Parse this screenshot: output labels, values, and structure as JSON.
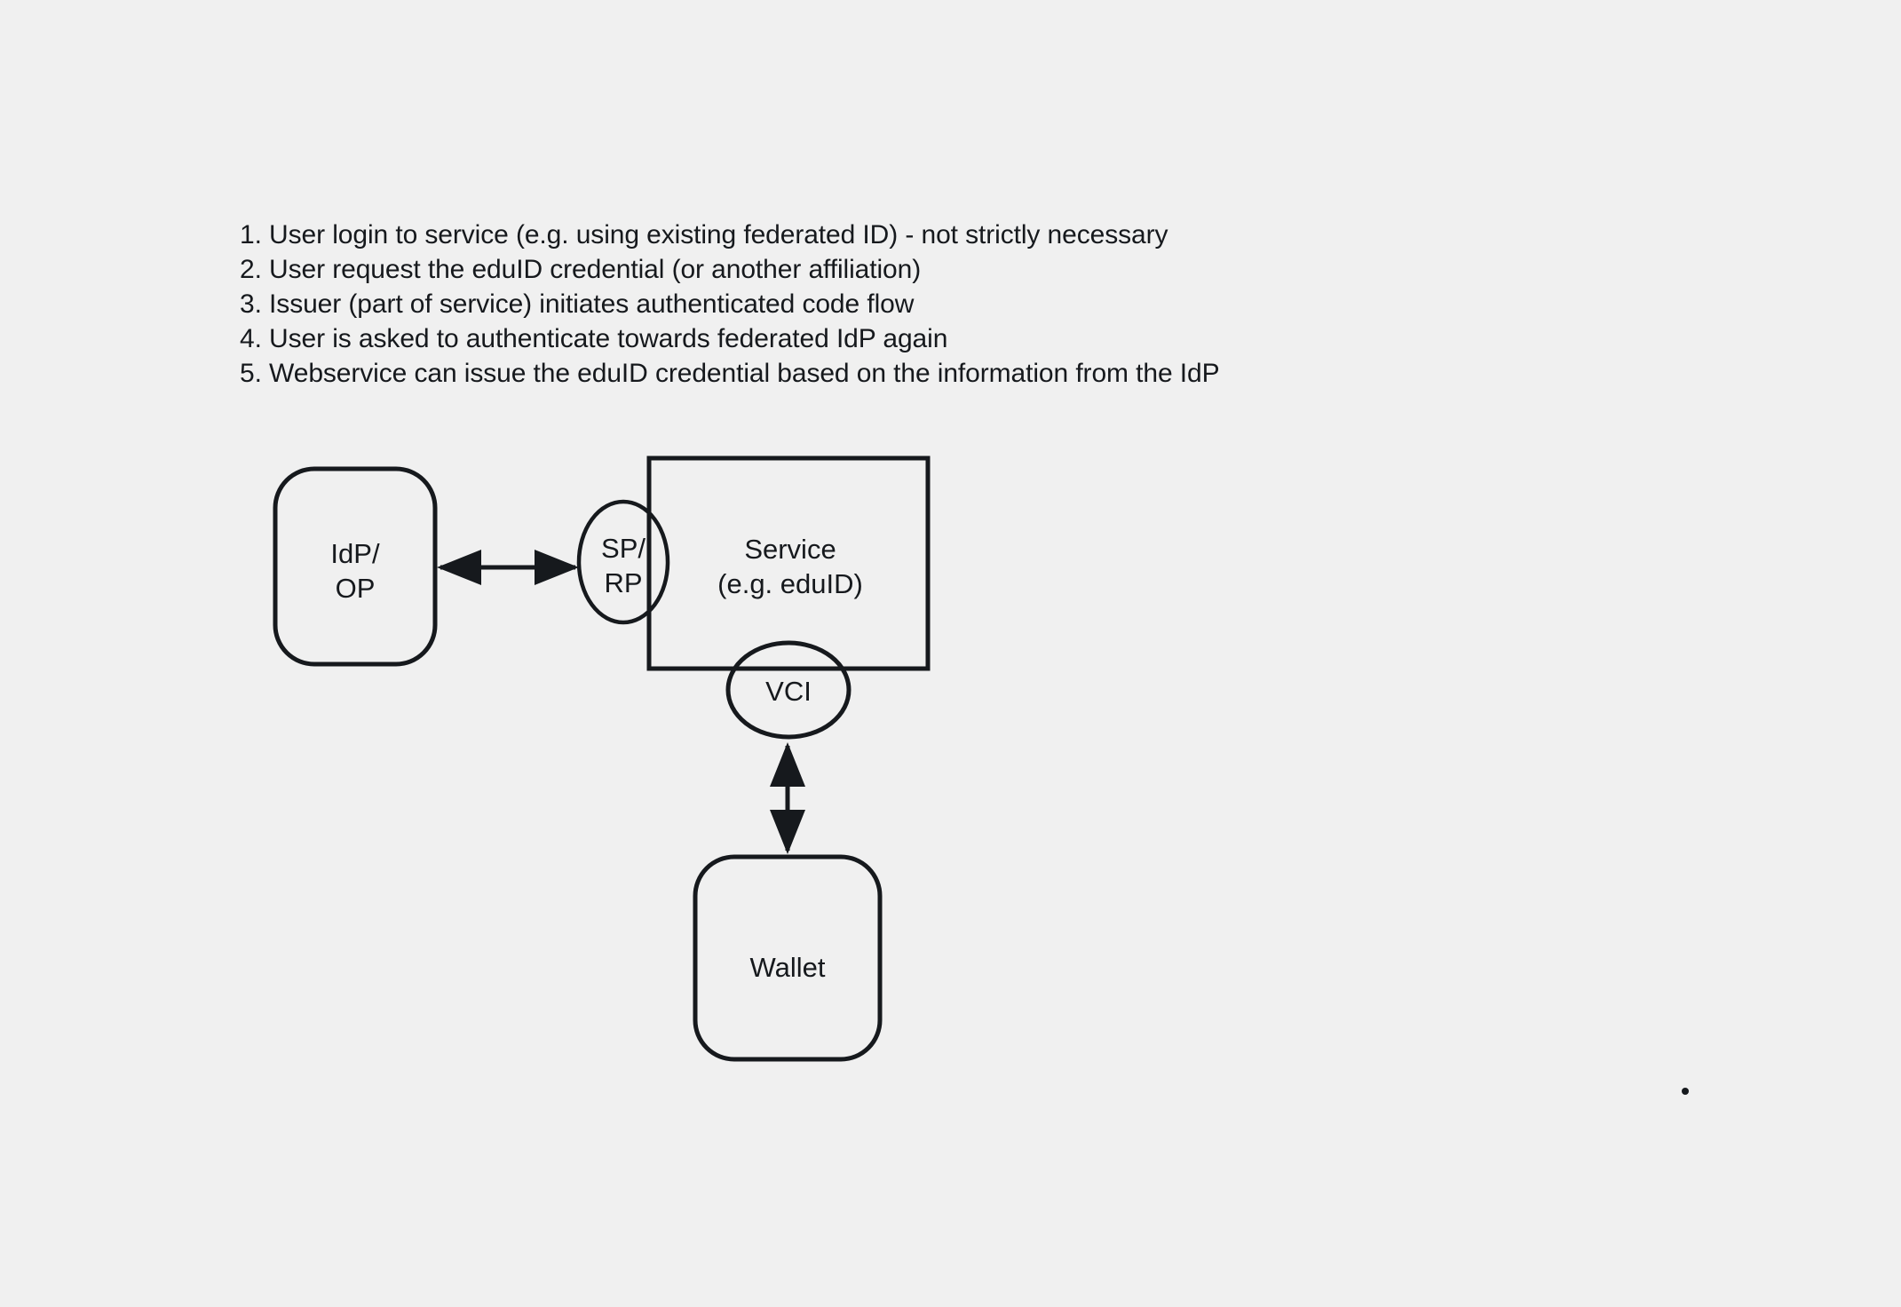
{
  "page": {
    "background_color": "#f0f0f0",
    "ink_color": "#16191d"
  },
  "steps": {
    "items": [
      "1. User login to service (e.g. using existing federated ID) - not strictly necessary",
      "2. User request the eduID credential (or another affiliation)",
      "3. Issuer (part of service) initiates authenticated code flow",
      "4. User is asked to authenticate towards federated IdP again",
      "5. Webservice can issue the eduID credential based on the information from the IdP"
    ]
  },
  "diagram": {
    "nodes": {
      "idp_op": {
        "label_line1": "IdP/",
        "label_line2": "OP",
        "shape": "rounded-rectangle"
      },
      "sp_rp": {
        "label_line1": "SP/",
        "label_line2": "RP",
        "shape": "ellipse"
      },
      "service": {
        "label_line1": "Service",
        "label_line2": "(e.g. eduID)",
        "shape": "rectangle"
      },
      "vci": {
        "label": "VCI",
        "shape": "ellipse"
      },
      "wallet": {
        "label": "Wallet",
        "shape": "rounded-rectangle"
      }
    },
    "connectors": [
      {
        "name": "idp-to-sprp",
        "from": "idp_op",
        "to": "sp_rp",
        "style": "double-headed-arrow",
        "orientation": "horizontal"
      },
      {
        "name": "vci-to-wallet",
        "from": "vci",
        "to": "wallet",
        "style": "double-headed-arrow",
        "orientation": "vertical"
      }
    ]
  },
  "artifacts": {
    "stray_dot": "."
  }
}
